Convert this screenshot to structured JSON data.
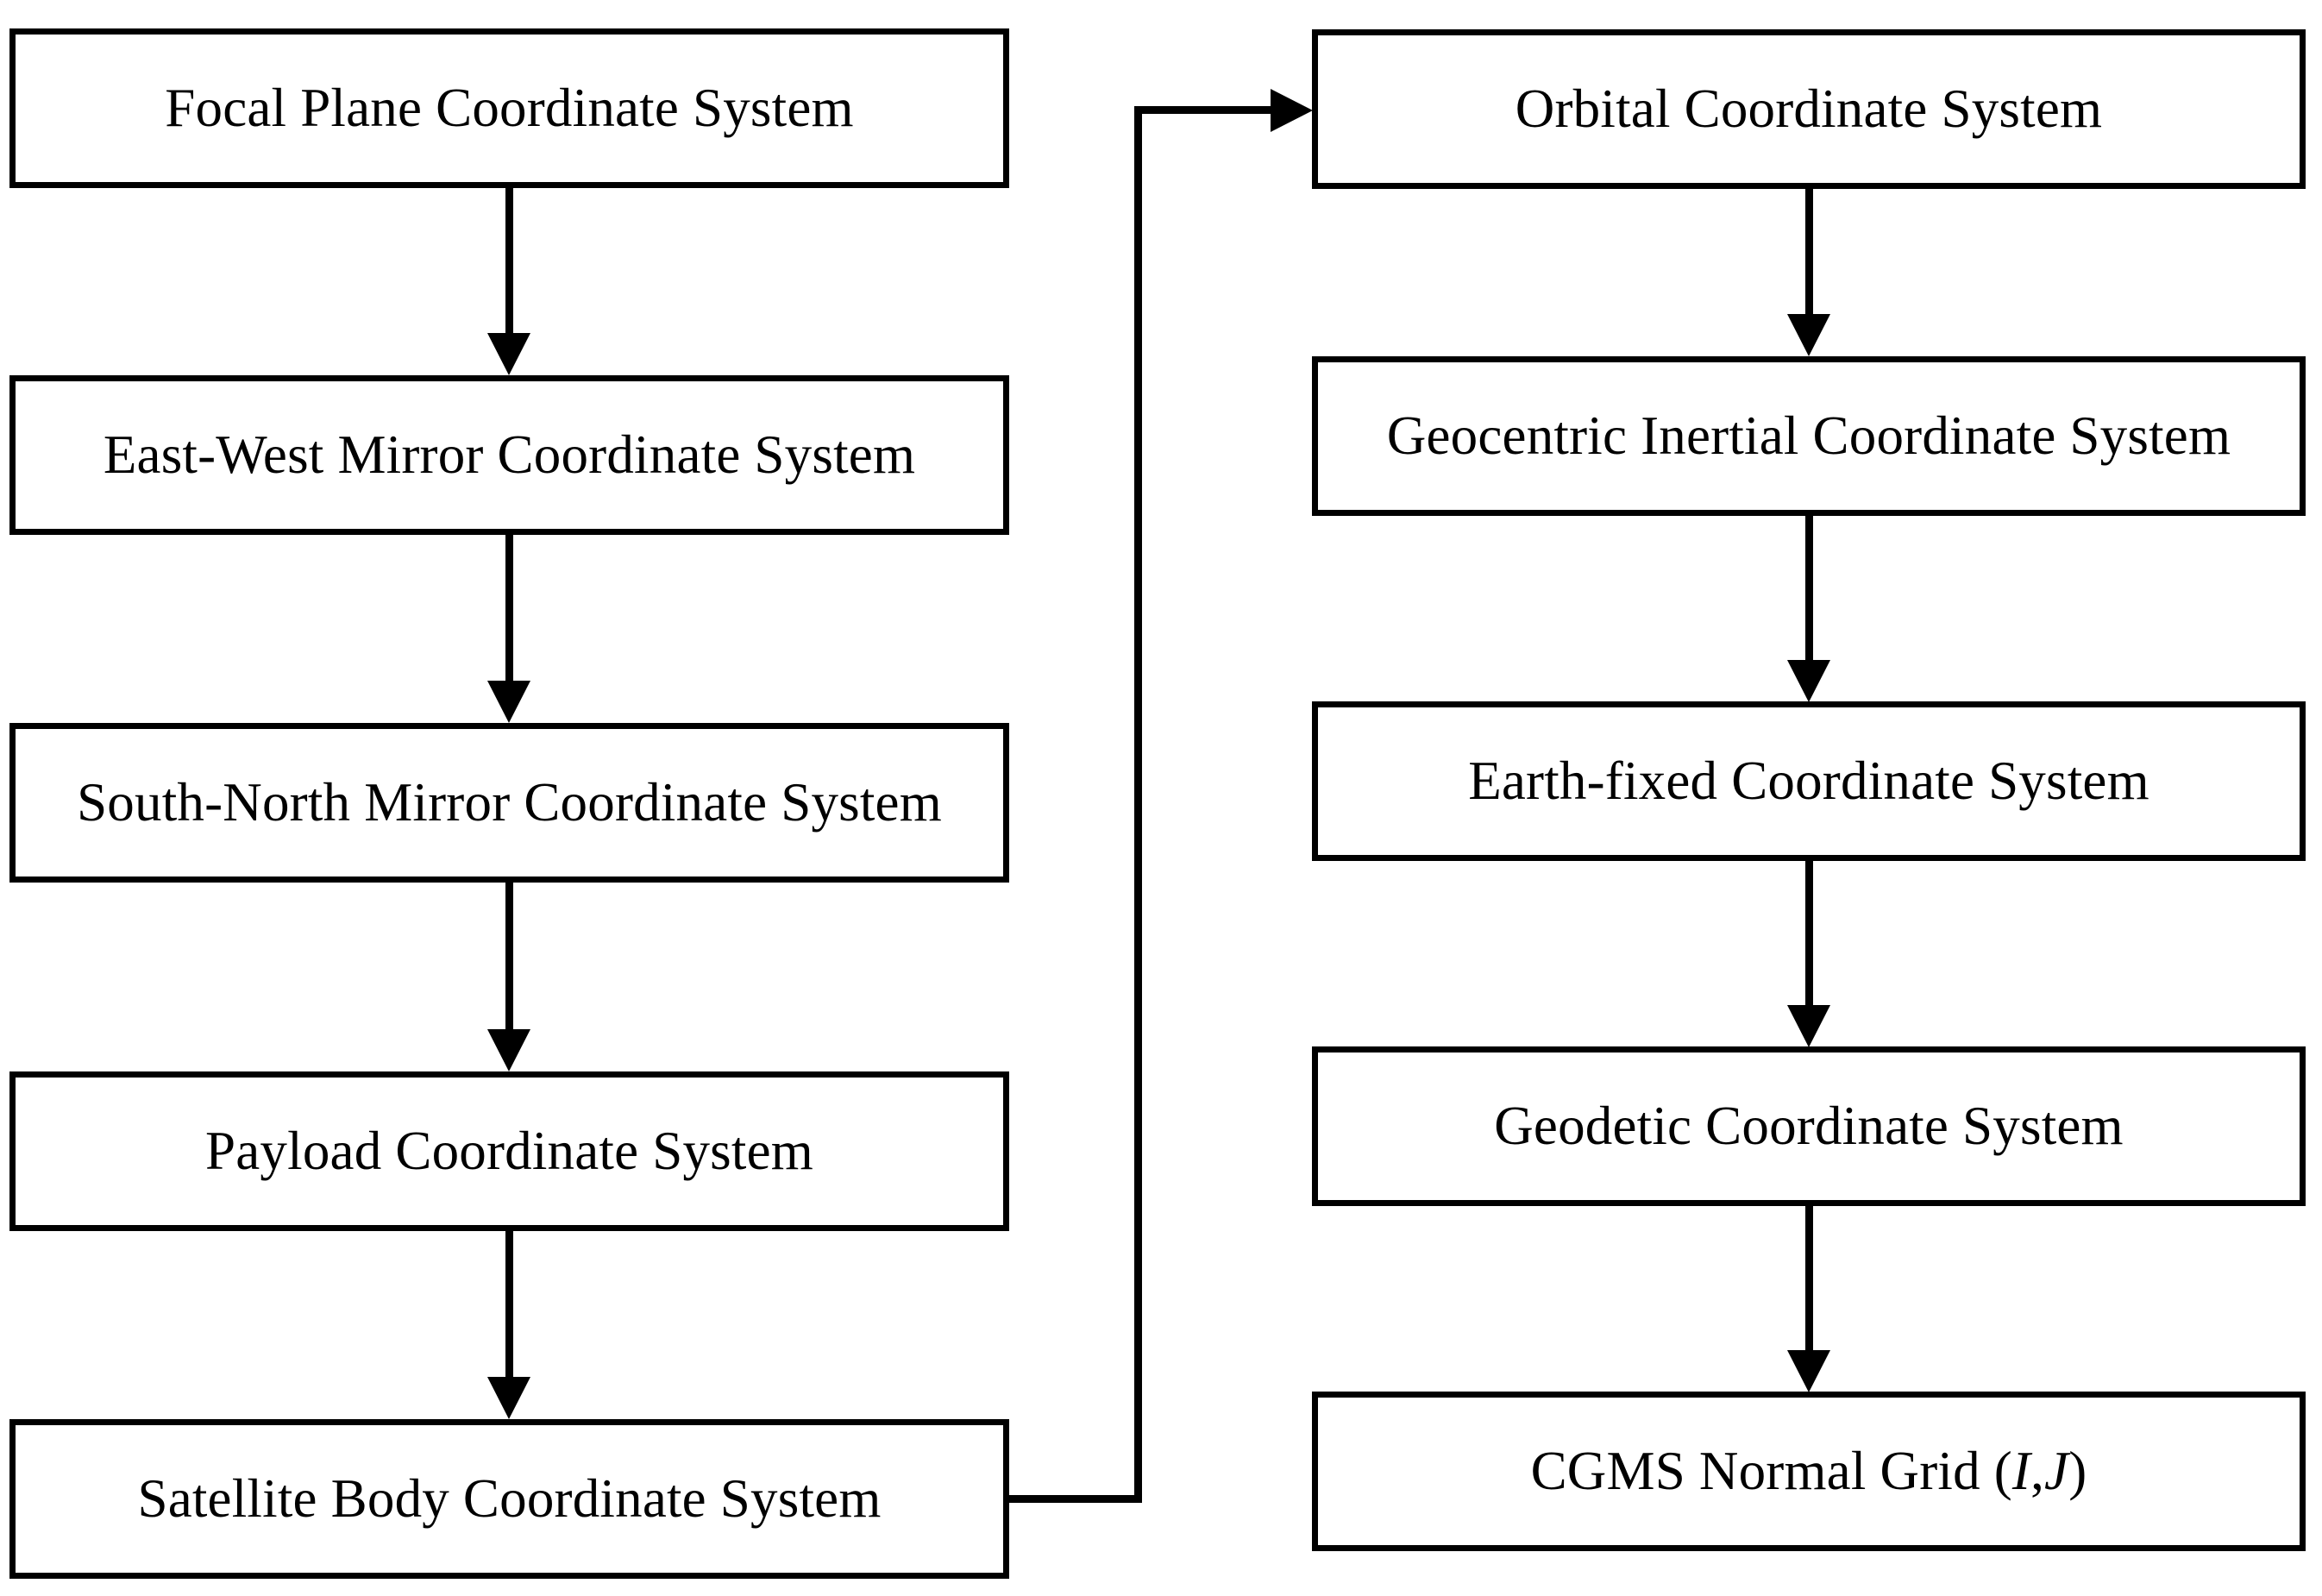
{
  "diagram": {
    "title": "Coordinate System Transformation Flowchart",
    "background_color": "#ffffff",
    "line_color": "#000000",
    "text_color": "#000000",
    "left_column": {
      "nodes": [
        {
          "id": "focal-plane",
          "label": "Focal Plane Coordinate System"
        },
        {
          "id": "east-west-mirror",
          "label": "East-West Mirror Coordinate System"
        },
        {
          "id": "south-north-mirror",
          "label": "South-North Mirror Coordinate System"
        },
        {
          "id": "payload",
          "label": "Payload Coordinate System"
        },
        {
          "id": "satellite-body",
          "label": "Satellite Body Coordinate System"
        }
      ]
    },
    "right_column": {
      "nodes": [
        {
          "id": "orbital",
          "label": "Orbital Coordinate System"
        },
        {
          "id": "geocentric-inertial",
          "label": "Geocentric Inertial Coordinate System"
        },
        {
          "id": "earth-fixed",
          "label": "Earth-fixed Coordinate System"
        },
        {
          "id": "geodetic",
          "label": "Geodetic Coordinate System"
        },
        {
          "id": "cgms-normal-grid",
          "label": "CGMS Normal Grid (I,J)",
          "label_prefix": "CGMS Normal Grid (",
          "label_italic_1": "I",
          "label_separator": ",",
          "label_italic_2": "J",
          "label_suffix": ")"
        }
      ]
    },
    "connectors": [
      {
        "id": "focal-to-ew",
        "from": "focal-plane",
        "to": "east-west-mirror",
        "type": "arrow-down"
      },
      {
        "id": "ew-to-sn",
        "from": "east-west-mirror",
        "to": "south-north-mirror",
        "type": "arrow-down"
      },
      {
        "id": "sn-to-payload",
        "from": "south-north-mirror",
        "to": "payload",
        "type": "arrow-down"
      },
      {
        "id": "payload-to-satellite",
        "from": "payload",
        "to": "satellite-body",
        "type": "arrow-down"
      },
      {
        "id": "satellite-to-orbital",
        "from": "satellite-body",
        "to": "orbital",
        "type": "elbow-arrow-right"
      },
      {
        "id": "orbital-to-geocentric",
        "from": "orbital",
        "to": "geocentric-inertial",
        "type": "arrow-down"
      },
      {
        "id": "geocentric-to-earthfixed",
        "from": "geocentric-inertial",
        "to": "earth-fixed",
        "type": "arrow-down"
      },
      {
        "id": "earthfixed-to-geodetic",
        "from": "earth-fixed",
        "to": "geodetic",
        "type": "arrow-down"
      },
      {
        "id": "geodetic-to-cgms",
        "from": "geodetic",
        "to": "cgms-normal-grid",
        "type": "arrow-down"
      }
    ]
  }
}
